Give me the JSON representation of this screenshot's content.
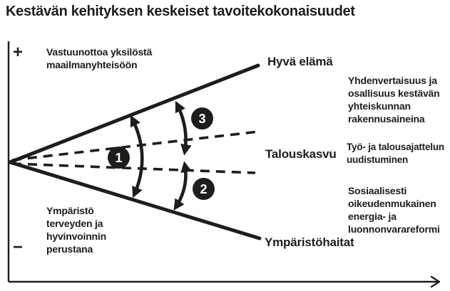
{
  "title": "Kestävän kehityksen keskeiset tavoitekokonaisuudet",
  "axis": {
    "plus_label": "+",
    "minus_label": "−"
  },
  "cone_labels": {
    "top": "Hyvä elämä",
    "middle": "Talouskasvu",
    "bottom": "Ympäristöhaitat"
  },
  "annotations": {
    "top_left": "Vastuunottoa yksilöstä\nmaailmanyhteisöön",
    "bottom_left": "Ympäristö\nterveyden ja\nhyvinvoinnin\nperustana",
    "right_top": "Yhdenvertaisuus ja\nosallisuus kestävän\nyhteiskunnan\nrakennusaineina",
    "right_middle": "Työ- ja talousajattelun\nuudistuminen",
    "right_bottom": "Sosiaalisesti\noikeudenmukainen\nenergia- ja\nluonnonvarareformi"
  },
  "badges": [
    "1",
    "2",
    "3"
  ],
  "colors": {
    "ink": "#1d1d1b",
    "background": "#ffffff"
  }
}
